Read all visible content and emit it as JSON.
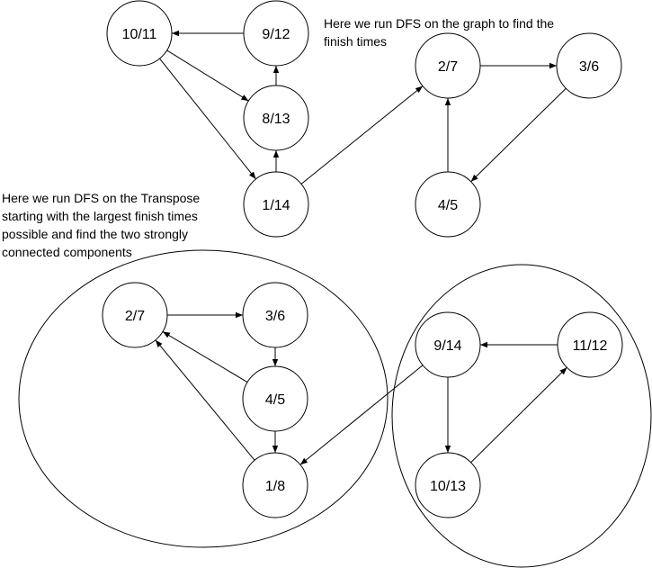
{
  "notes": {
    "top": [
      "Here we run DFS on the graph to find the",
      "finish times"
    ],
    "transpose": [
      "Here we run DFS on the Transpose",
      "starting with the largest finish times",
      "possible and find the two strongly",
      "connected components"
    ]
  },
  "graph_dfs": {
    "nodes": [
      {
        "id": "a",
        "label": "10/11"
      },
      {
        "id": "b",
        "label": "9/12"
      },
      {
        "id": "c",
        "label": "8/13"
      },
      {
        "id": "d",
        "label": "1/14"
      },
      {
        "id": "e",
        "label": "2/7"
      },
      {
        "id": "f",
        "label": "3/6"
      },
      {
        "id": "g",
        "label": "4/5"
      }
    ],
    "edges": [
      {
        "from": "b",
        "to": "a"
      },
      {
        "from": "c",
        "to": "b"
      },
      {
        "from": "a",
        "to": "c"
      },
      {
        "from": "a",
        "to": "d"
      },
      {
        "from": "d",
        "to": "c"
      },
      {
        "from": "d",
        "to": "e"
      },
      {
        "from": "e",
        "to": "f"
      },
      {
        "from": "f",
        "to": "g"
      },
      {
        "from": "g",
        "to": "e"
      }
    ]
  },
  "graph_transpose": {
    "nodes": [
      {
        "id": "t1",
        "label": "2/7"
      },
      {
        "id": "t2",
        "label": "3/6"
      },
      {
        "id": "t3",
        "label": "4/5"
      },
      {
        "id": "t4",
        "label": "1/8"
      },
      {
        "id": "t5",
        "label": "9/14"
      },
      {
        "id": "t6",
        "label": "11/12"
      },
      {
        "id": "t7",
        "label": "10/13"
      }
    ],
    "edges": [
      {
        "from": "t1",
        "to": "t2"
      },
      {
        "from": "t2",
        "to": "t3"
      },
      {
        "from": "t3",
        "to": "t1"
      },
      {
        "from": "t3",
        "to": "t4"
      },
      {
        "from": "t4",
        "to": "t1"
      },
      {
        "from": "t5",
        "to": "t4"
      },
      {
        "from": "t6",
        "to": "t5"
      },
      {
        "from": "t5",
        "to": "t7"
      },
      {
        "from": "t7",
        "to": "t6"
      }
    ],
    "components": [
      {
        "id": "scc-left",
        "members": [
          "t1",
          "t2",
          "t3",
          "t4"
        ]
      },
      {
        "id": "scc-right",
        "members": [
          "t5",
          "t6",
          "t7"
        ]
      }
    ]
  }
}
